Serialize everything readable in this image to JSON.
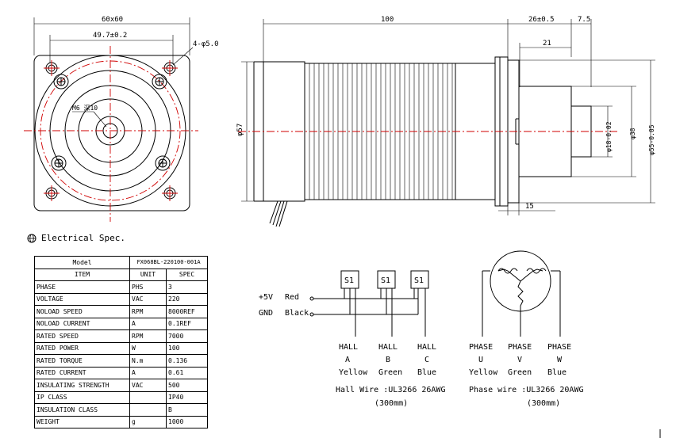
{
  "front_view": {
    "overall_dim": "60x60",
    "bolt_circle_dim": "49.7±0.2",
    "hole_callout": "4-φ5.0",
    "thread_callout": "M6 深10"
  },
  "side_view": {
    "length_dim": "100",
    "flange_dim": "26±0.5",
    "end_dim": "7.5",
    "inner_dim": "21",
    "body_dia": "φ57",
    "shaft_dia": "φ18-0.02",
    "boss_dia": "φ38",
    "pilot_dia": "φ55-0.05",
    "step_dim": "15"
  },
  "spec_heading": "Electrical Spec.",
  "spec_table": {
    "model_label": "Model",
    "model_value": "FX068BL-220100-001A",
    "headers": [
      "ITEM",
      "UNIT",
      "SPEC"
    ],
    "rows": [
      [
        "PHASE",
        "PHS",
        "3"
      ],
      [
        "VOLTAGE",
        "VAC",
        "220"
      ],
      [
        "NOLOAD SPEED",
        "RPM",
        "8000REF"
      ],
      [
        "NOLOAD CURRENT",
        "A",
        "0.1REF"
      ],
      [
        "RATED SPEED",
        "RPM",
        "7000"
      ],
      [
        "RATED POWER",
        "W",
        "100"
      ],
      [
        "RATED TORQUE",
        "N.m",
        "0.136"
      ],
      [
        "RATED CURRENT",
        "A",
        "0.61"
      ],
      [
        "INSULATING STRENGTH",
        "VAC",
        "500"
      ],
      [
        "IP CLASS",
        "",
        "IP40"
      ],
      [
        "INSULATION CLASS",
        "",
        "B"
      ],
      [
        "WEIGHT",
        "g",
        "1000"
      ]
    ]
  },
  "hall_wiring": {
    "power_label": "+5V",
    "power_color": "Red",
    "gnd_label": "GND",
    "gnd_color": "Black",
    "sensor_label": "S1",
    "sensors": [
      {
        "title": "HALL",
        "letter": "A",
        "color": "Yellow"
      },
      {
        "title": "HALL",
        "letter": "B",
        "color": "Green"
      },
      {
        "title": "HALL",
        "letter": "C",
        "color": "Blue"
      }
    ],
    "wire_note": "Hall Wire :UL3266 26AWG",
    "length_note": "(300mm)"
  },
  "phase_wiring": {
    "phases": [
      {
        "title": "PHASE",
        "letter": "U",
        "color": "Yellow"
      },
      {
        "title": "PHASE",
        "letter": "V",
        "color": "Green"
      },
      {
        "title": "PHASE",
        "letter": "W",
        "color": "Blue"
      }
    ],
    "wire_note": "Phase wire :UL3266 20AWG",
    "length_note": "(300mm)"
  },
  "colors": {
    "line": "#000000",
    "centerline": "#d00000"
  }
}
